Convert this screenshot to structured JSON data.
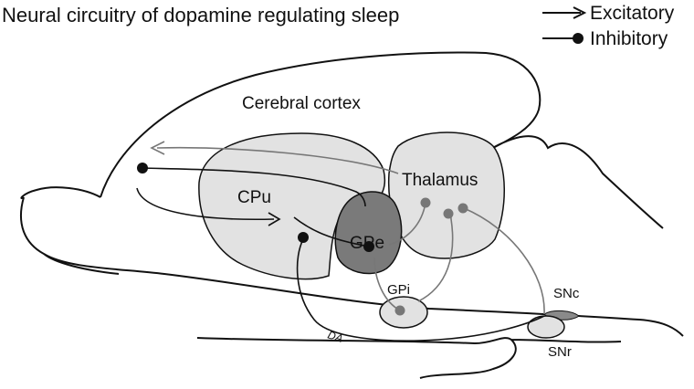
{
  "title": "Neural circuitry of dopamine regulating sleep",
  "legend": {
    "excitatory": "Excitatory",
    "inhibitory": "Inhibitory"
  },
  "regions": {
    "cortex": "Cerebral cortex",
    "cpu": "CPu",
    "gpe": "GPe",
    "gpi": "GPi",
    "thalamus": "Thalamus",
    "snc": "SNc",
    "snr": "SNr"
  },
  "pathway_label": "DA",
  "colors": {
    "outline": "#111111",
    "light_region": "#e2e2e2",
    "gpe_fill": "#7a7a7a",
    "gray_path": "#777777"
  }
}
